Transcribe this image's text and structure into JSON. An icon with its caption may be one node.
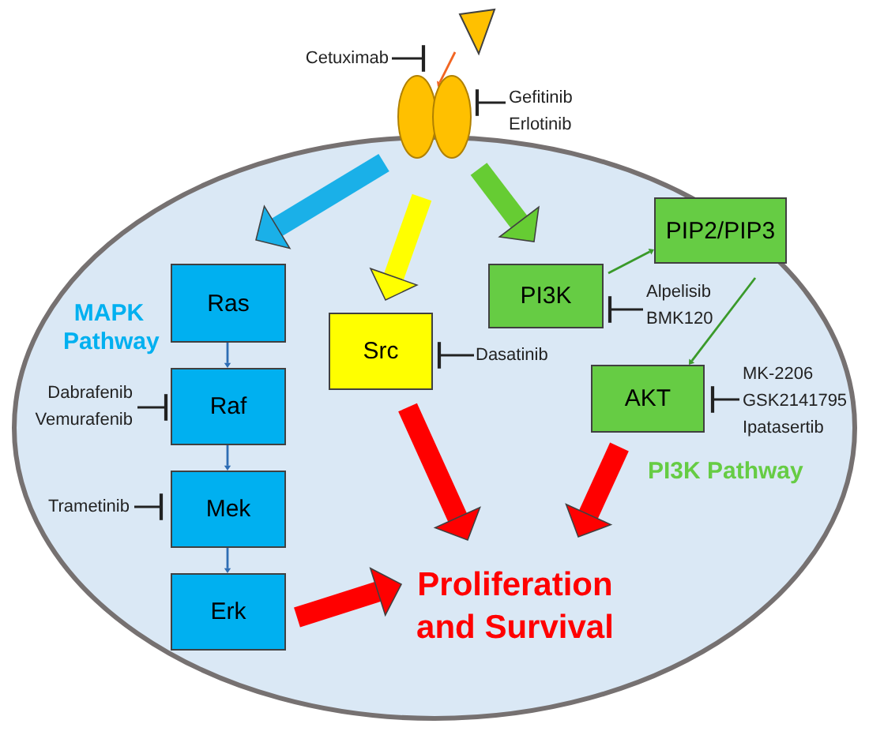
{
  "diagram": {
    "nodes": [
      {
        "text": [],
        "shape": "triangle"
      },
      {
        "text": [
          "Cetuximab"
        ]
      },
      {
        "text": [],
        "shape": "oval"
      },
      {
        "text": [
          "Gefitinib",
          "Erlotinib"
        ]
      },
      {
        "text": [],
        "shape": "ellipse"
      },
      {
        "text": [
          "Ras"
        ],
        "in": 4
      },
      {
        "text": [
          "Raf"
        ],
        "in": 4
      },
      {
        "text": [
          "Mek"
        ],
        "in": 4
      },
      {
        "text": [
          "Erk"
        ],
        "in": 4
      },
      {
        "text": [
          "Src"
        ],
        "in": 4
      },
      {
        "text": [
          "PI3K"
        ],
        "in": 4
      },
      {
        "text": [
          "PIP2/PIP3"
        ],
        "in": 4
      },
      {
        "text": [
          "AKT"
        ],
        "in": 4
      },
      {
        "text": [
          "Proliferation and Survival"
        ],
        "in": 4
      },
      {
        "text": [
          "Dabrafenib",
          "Vemurafenib"
        ],
        "in": 4
      },
      {
        "text": [
          "Trametinib"
        ],
        "in": 4
      },
      {
        "text": [
          "Dasatinib"
        ],
        "in": 4
      },
      {
        "text": [
          "Alpelisib",
          "BMK120"
        ],
        "in": 4
      },
      {
        "text": [
          "MK-2206",
          "GSK2141795",
          "Ipatasertib"
        ],
        "in": 4
      }
    ],
    "edges": [
      {
        "from": 0,
        "to": 2,
        "arrow": "to",
        "color": "#f26522"
      },
      {
        "from": 1,
        "to": null,
        "arrow": "other"
      },
      {
        "from": 3,
        "to": 2,
        "arrow": "other"
      },
      {
        "from": 2,
        "to": 5,
        "arrow": "to",
        "style": "thick",
        "color": "#1ab0e8"
      },
      {
        "from": 2,
        "to": 9,
        "arrow": "to",
        "style": "thick",
        "color": "#ffff00"
      },
      {
        "from": 2,
        "to": 10,
        "arrow": "to",
        "style": "thick",
        "color": "#66cc33"
      },
      {
        "from": 5,
        "to": 6,
        "arrow": "to",
        "color": "#2e6db4"
      },
      {
        "from": 6,
        "to": 7,
        "arrow": "to",
        "color": "#2e6db4"
      },
      {
        "from": 7,
        "to": 8,
        "arrow": "to",
        "color": "#2e6db4"
      },
      {
        "from": 10,
        "to": 11,
        "arrow": "to",
        "color": "#3a9a2a"
      },
      {
        "from": 11,
        "to": 12,
        "arrow": "to",
        "color": "#3a9a2a"
      },
      {
        "from": 9,
        "to": 13,
        "arrow": "to",
        "style": "thick",
        "color": "#ff0000"
      },
      {
        "from": 12,
        "to": 13,
        "arrow": "to",
        "style": "thick",
        "color": "#ff0000"
      },
      {
        "from": 8,
        "to": 13,
        "arrow": "to",
        "style": "thick",
        "color": "#ff0000"
      },
      {
        "from": 14,
        "to": 6,
        "arrow": "other"
      },
      {
        "from": 15,
        "to": 7,
        "arrow": "other"
      },
      {
        "from": 16,
        "to": 9,
        "arrow": "other"
      },
      {
        "from": 17,
        "to": 10,
        "arrow": "other"
      },
      {
        "from": 18,
        "to": 12,
        "arrow": "other"
      }
    ],
    "labels": [
      "MAPK Pathway",
      "PI3K Pathway"
    ]
  }
}
